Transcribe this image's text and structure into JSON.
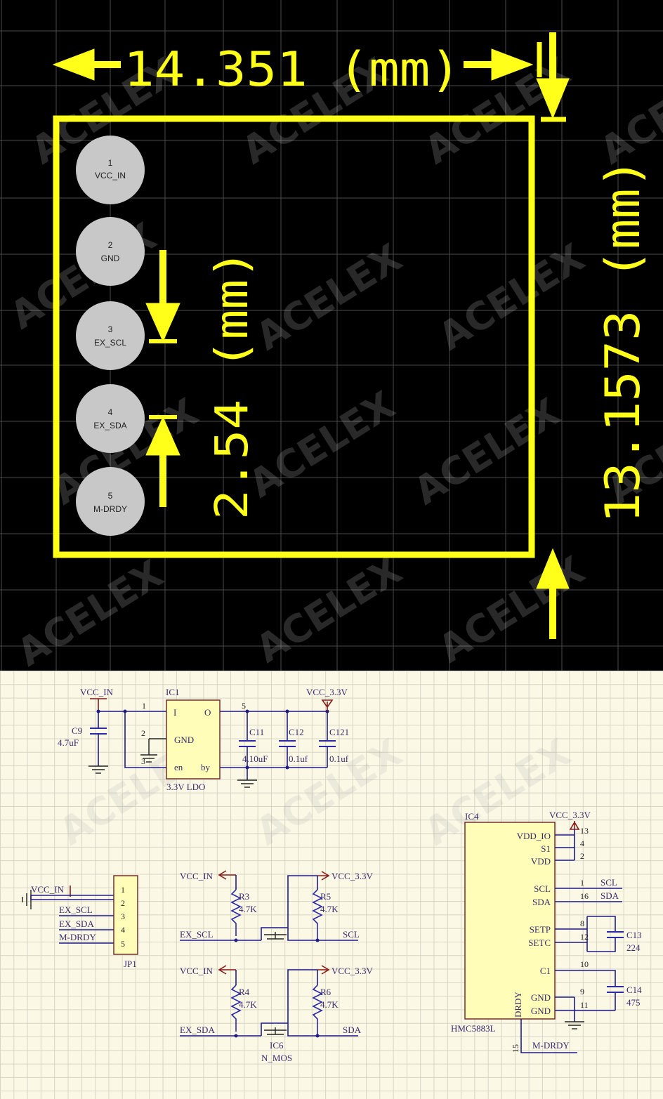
{
  "pcb": {
    "width_dim": "14.351 (mm)",
    "height_dim": "13.1573 (mm)",
    "pitch_dim": "2.54 (mm)",
    "watermark": "ACELEX",
    "pads": [
      {
        "num": "1",
        "name": "VCC_IN"
      },
      {
        "num": "2",
        "name": "GND"
      },
      {
        "num": "3",
        "name": "EX_SCL"
      },
      {
        "num": "4",
        "name": "EX_SDA"
      },
      {
        "num": "5",
        "name": "M-DRDY"
      }
    ],
    "colors": {
      "outline": "#ffff1a",
      "pad": "#c8c8c8",
      "background": "#000000"
    }
  },
  "schematic": {
    "ldo": {
      "vcc_in": "VCC_IN",
      "vcc_out": "VCC_3.3V",
      "ref": "IC1",
      "part": "3.3V LDO",
      "pin_i": "I",
      "pin_o": "O",
      "pin_gnd": "GND",
      "pin_en": "en",
      "pin_by": "by",
      "pn1": "1",
      "pn2": "2",
      "pn3": "3",
      "pn5": "5",
      "c9": "C9",
      "c9v": "4.7uF",
      "c11": "C11",
      "c11v": "4.10uF",
      "c12": "C12",
      "c12v": "0.1uf",
      "c121": "C121",
      "c121v": "0.1uf"
    },
    "jp1": {
      "ref": "JP1",
      "vcc": "VCC_IN",
      "nets": [
        "EX_SCL",
        "EX_SDA",
        "M-DRDY"
      ],
      "pins": [
        "1",
        "2",
        "3",
        "4",
        "5"
      ]
    },
    "level_shift": {
      "vcc_in": "VCC_IN",
      "vcc_out": "VCC_3.3V",
      "r3": "R3",
      "r3v": "4.7K",
      "r5": "R5",
      "r5v": "4.7K",
      "r4": "R4",
      "r4v": "4.7K",
      "r6": "R6",
      "r6v": "4.7K",
      "ex_scl": "EX_SCL",
      "scl": "SCL",
      "ex_sda": "EX_SDA",
      "sda": "SDA",
      "ic6": "IC6",
      "nmos": "N_MOS"
    },
    "hmc": {
      "ref": "IC4",
      "part": "HMC5883L",
      "vcc": "VCC_3.3V",
      "pins_left": [
        "VDD_IO",
        "S1",
        "VDD",
        "SCL",
        "SDA",
        "SETP",
        "SETC",
        "C1",
        "GND",
        "GND"
      ],
      "pin_nums": [
        "13",
        "4",
        "2",
        "1",
        "16",
        "8",
        "12",
        "10",
        "9",
        "11"
      ],
      "drdy": "DRDY",
      "drdy_num": "15",
      "drdy_net": "M-DRDY",
      "net_scl": "SCL",
      "net_sda": "SDA",
      "c13": "C13",
      "c13v": "224",
      "c14": "C14",
      "c14v": "475"
    }
  }
}
